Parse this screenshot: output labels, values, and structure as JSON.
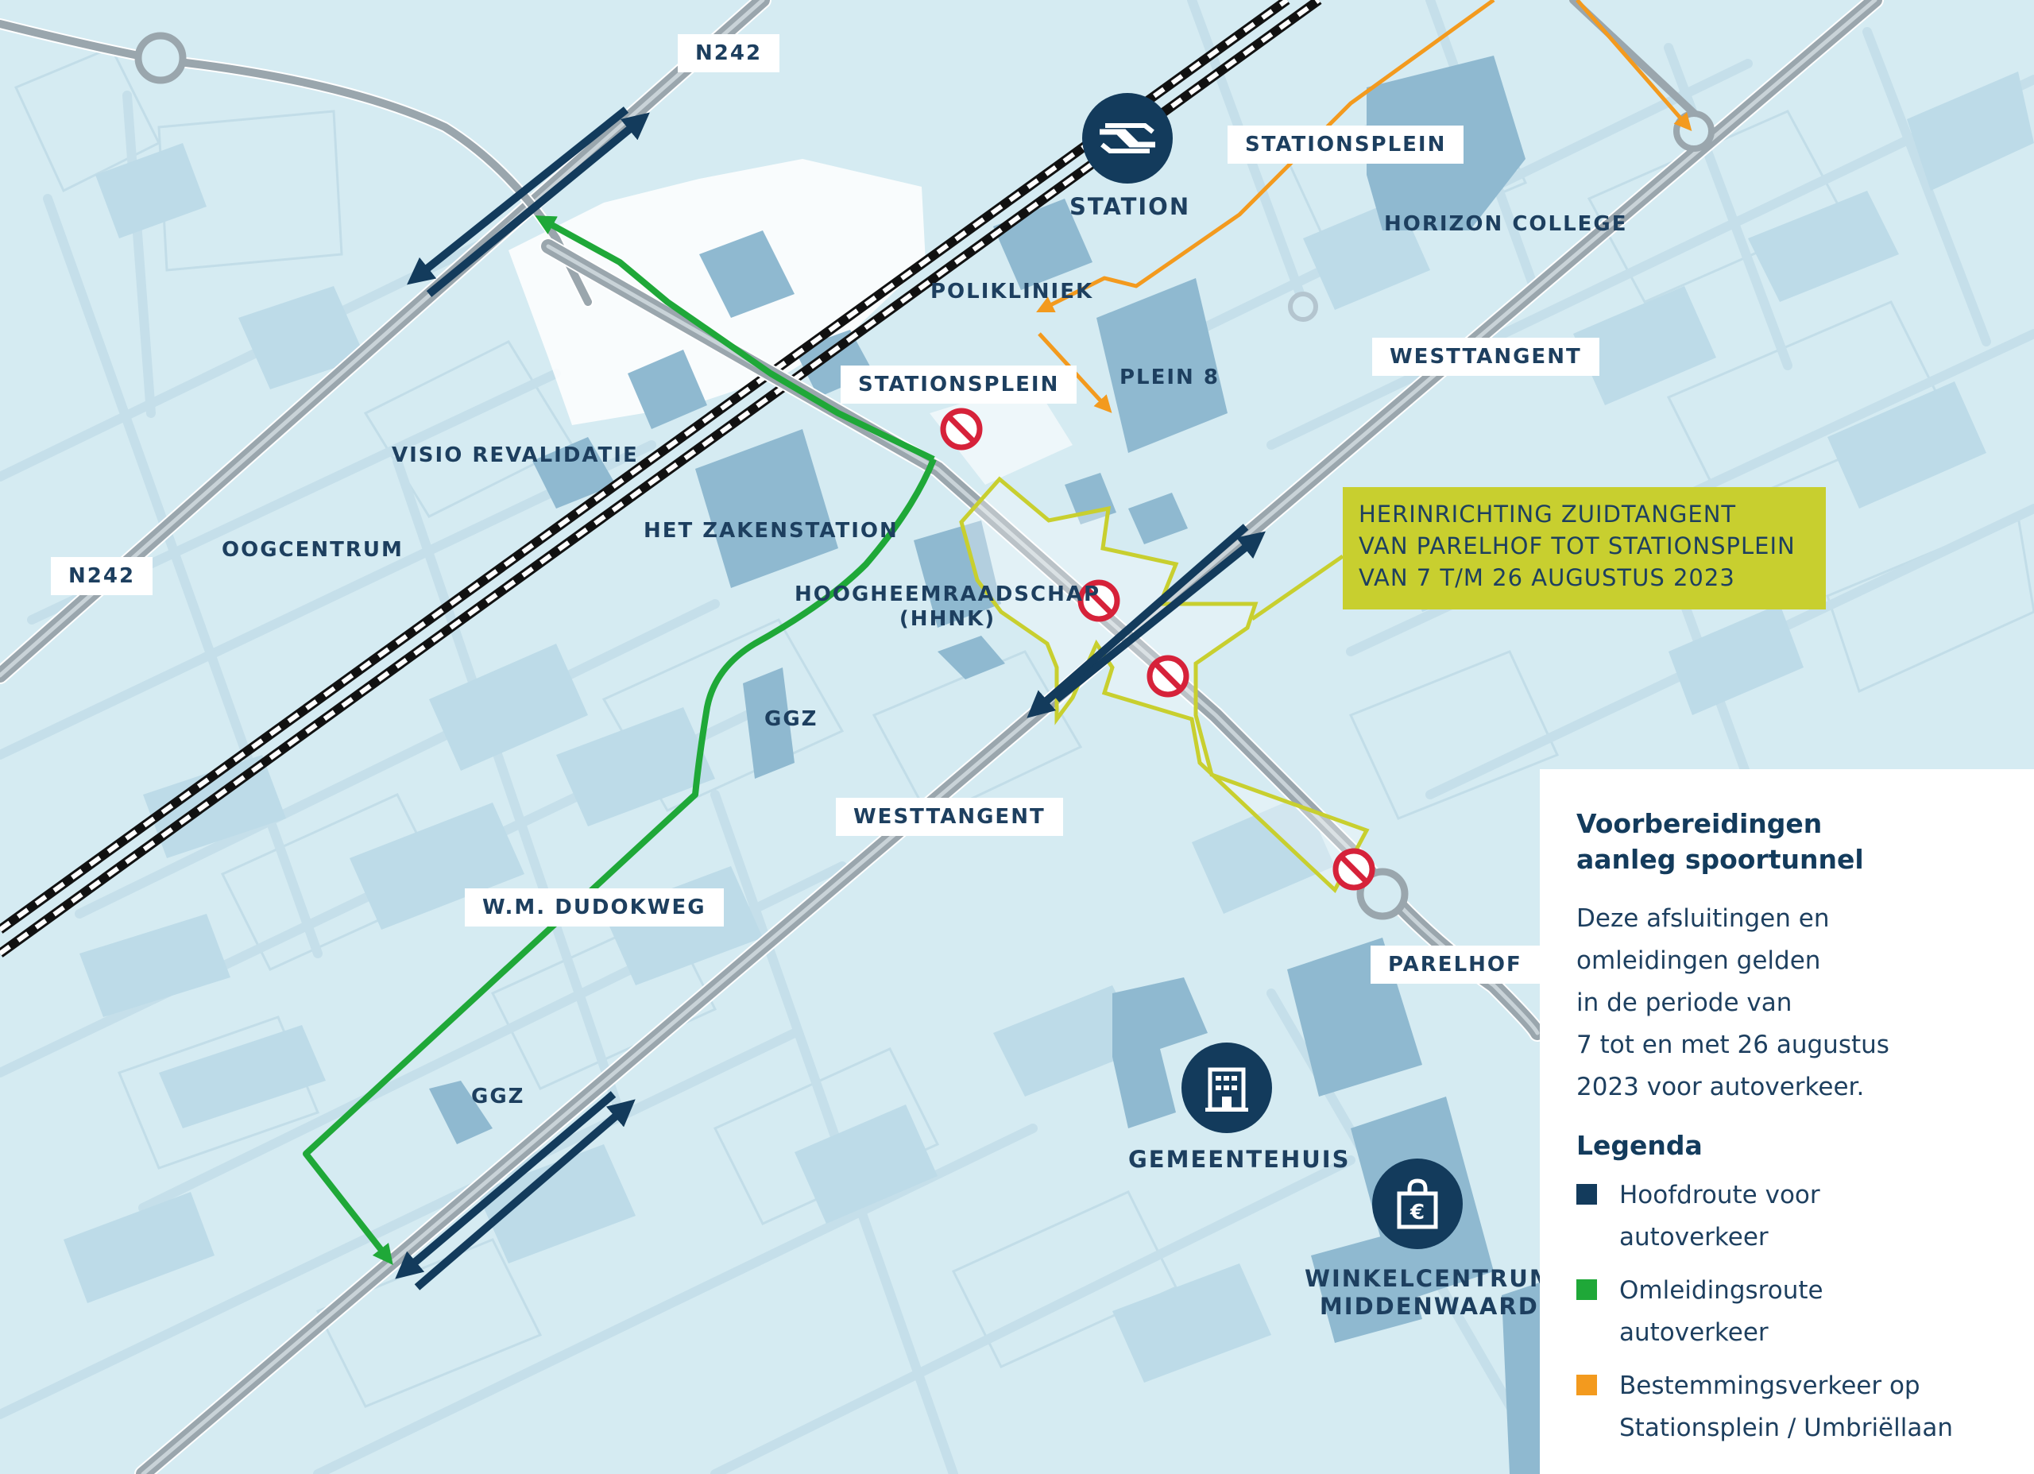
{
  "map": {
    "road_labels": {
      "n242_top": "N242",
      "n242_left": "N242",
      "stationsplein_top": "STATIONSPLEIN",
      "stationsplein_mid": "STATIONSPLEIN",
      "westtangent_top": "WESTTANGENT",
      "westtangent_bottom": "WESTTANGENT",
      "dudokweg": "W.M. DUDOKWEG",
      "parelhof": "PARELHOF"
    },
    "place_labels": {
      "station": "STATION",
      "horizon_college": "HORIZON COLLEGE",
      "polikliniek": "POLIKLINIEK",
      "plein8": "PLEIN 8",
      "visio": "VISIO REVALIDATIE",
      "oogcentrum": "OOGCENTRUM",
      "zakenstation": "HET ZAKENSTATION",
      "hhnk_line1": "HOOGHEEMRAADSCHAP",
      "hhnk_line2": "(HHNK)",
      "ggz_top": "GGZ",
      "ggz_bottom": "GGZ",
      "gemeentehuis": "GEMEENTEHUIS",
      "winkel_line1": "WINKELCENTRUM",
      "winkel_line2": "MIDDENWAARD"
    },
    "callout": {
      "line1": "HERINRICHTING ZUIDTANGENT",
      "line2": "VAN PARELHOF TOT STATIONSPLEIN",
      "line3": "VAN 7 T/M 26 AUGUSTUS 2023"
    },
    "icons": [
      "ns-station-logo-icon",
      "town-hall-building-icon",
      "shopping-bag-euro-icon",
      "no-entry-sign-icon"
    ]
  },
  "colors": {
    "water": "#d5ebf2",
    "main_route": "#133b5c",
    "detour_route": "#1fa838",
    "destination_traffic": "#f39a1e",
    "project_area": "#c8cf2f",
    "no_entry": "#d6223a"
  },
  "legend": {
    "title_line1": "Voorbereidingen",
    "title_line2": "aanleg spoortunnel",
    "desc": [
      "Deze afsluitingen en",
      "omleidingen gelden",
      "in de periode van",
      "7 tot en met 26 augustus",
      "2023 voor autoverkeer."
    ],
    "heading": "Legenda",
    "items": [
      {
        "color": "#133b5c",
        "line1": "Hoofdroute voor",
        "line2": "autoverkeer"
      },
      {
        "color": "#1fa838",
        "line1": "Omleidingsroute",
        "line2": "autoverkeer"
      },
      {
        "color": "#f39a1e",
        "line1": "Bestemmingsverkeer op",
        "line2": "Stationsplein / Umbriëllaan"
      }
    ]
  }
}
